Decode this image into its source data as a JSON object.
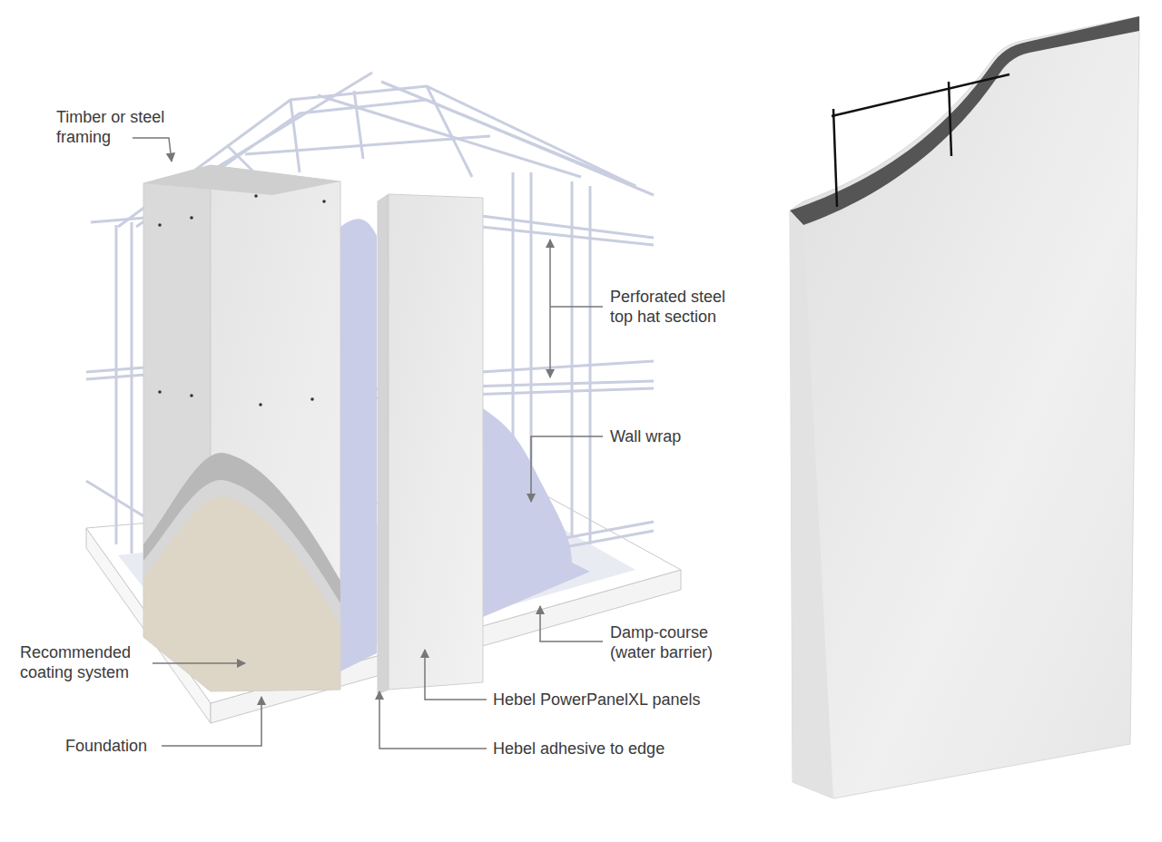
{
  "diagram": {
    "labels": [
      "Timber or steel framing",
      "Perforated steel top hat section",
      "Wall wrap",
      "Damp-course (water barrier)",
      "Recommended coating system",
      "Hebel PowerPanelXL panels",
      "Foundation",
      "Hebel adhesive to edge"
    ]
  }
}
